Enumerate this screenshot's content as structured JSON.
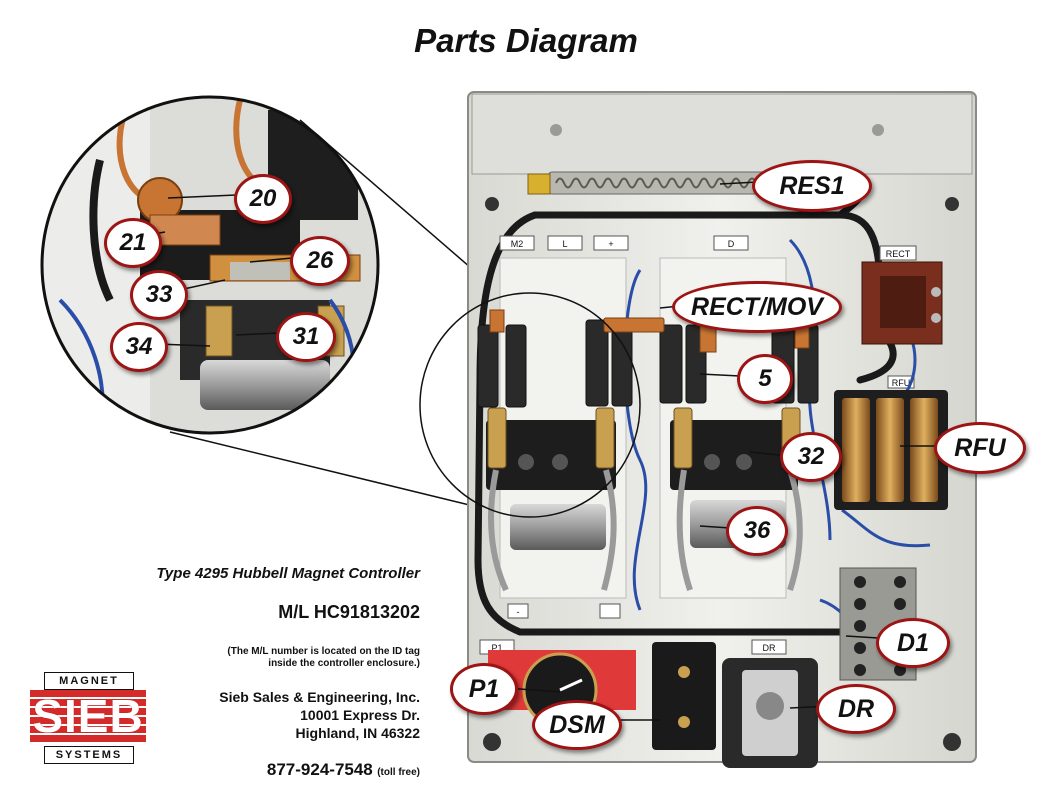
{
  "title": "Parts Diagram",
  "callouts": {
    "res1": "RES1",
    "rect_mov": "RECT/MOV",
    "rfu": "RFU",
    "part5": "5",
    "part32": "32",
    "part36": "36",
    "d1": "D1",
    "p1": "P1",
    "dsm": "DSM",
    "dr": "DR",
    "part20": "20",
    "part21": "21",
    "part26": "26",
    "part33": "33",
    "part31": "31",
    "part34": "34"
  },
  "terminal_labels": {
    "m2": "M2",
    "l": "L",
    "plus": "+",
    "d": "D",
    "rect": "RECT",
    "rfu": "RFU",
    "p1": "P1",
    "dr": "DR",
    "minus": "-"
  },
  "controller": {
    "type": "Type 4295 Hubbell Magnet Controller",
    "ml_number": "M/L HC91813202",
    "note_line1": "(The M/L number is located on the ID tag",
    "note_line2": "inside the controller enclosure.)"
  },
  "company": {
    "name": "Sieb Sales & Engineering, Inc.",
    "street": "10001 Express Dr.",
    "city": "Highland, IN  46322",
    "phone": "877-924-7548",
    "phone_note": "(toll free)"
  },
  "logo": {
    "top": "MAGNET",
    "main": "SIEB",
    "bottom": "SYSTEMS",
    "color": "#d42a2a"
  },
  "colors": {
    "callout_border": "#9c1414",
    "panel": "#e9e9e5",
    "copper": "#c87533",
    "wire": "#1a1a1a",
    "blue_wire": "#2a4ea8"
  }
}
